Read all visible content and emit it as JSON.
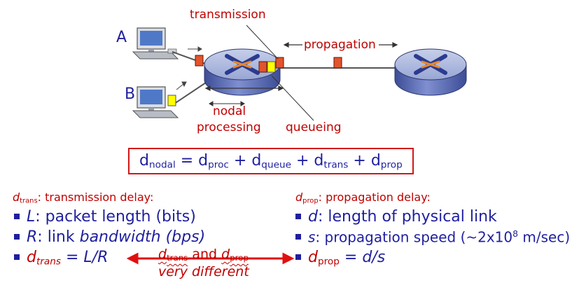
{
  "labels": {
    "host_a": "A",
    "host_b": "B",
    "transmission": "transmission",
    "propagation": "propagation",
    "nodal_line1": "nodal",
    "nodal_line2": "processing",
    "queueing": "queueing"
  },
  "equation": {
    "d": "d",
    "nodal": "nodal",
    "eq": " = ",
    "proc": "proc",
    "plus": " + ",
    "queue": "queue",
    "trans": "trans",
    "prop": "prop"
  },
  "trans_section": {
    "d": "d",
    "sub": "trans",
    "title": ": transmission delay:",
    "items": [
      {
        "var": "L",
        "text": ": packet length (bits)"
      },
      {
        "var": "R",
        "text": ": link ",
        "it": "bandwidth (bps)"
      }
    ],
    "formula": {
      "d": "d",
      "sub": "trans",
      "rest": " = L/R"
    }
  },
  "prop_section": {
    "d": "d",
    "sub": "prop",
    "title": ": propagation delay:",
    "items": [
      {
        "var": "d",
        "text": ": length of physical link"
      },
      {
        "var": "s",
        "text": ": propagation speed (~2x10",
        "sup": "8",
        "tail": " m/sec)"
      }
    ],
    "formula": {
      "d": "d",
      "sub": "prop",
      "rest": " = d/s"
    }
  },
  "comparison": {
    "d": "d",
    "trans": "trans",
    "and": " and ",
    "prop": "prop",
    "line2": "very different"
  },
  "colors": {
    "label_red": "#c00000",
    "text_blue": "#1f1f9e",
    "packet_orange": "#e2542c",
    "packet_yellow": "#ffff00",
    "router_top": "#a9b6db",
    "router_side": "#5e6fb5"
  }
}
